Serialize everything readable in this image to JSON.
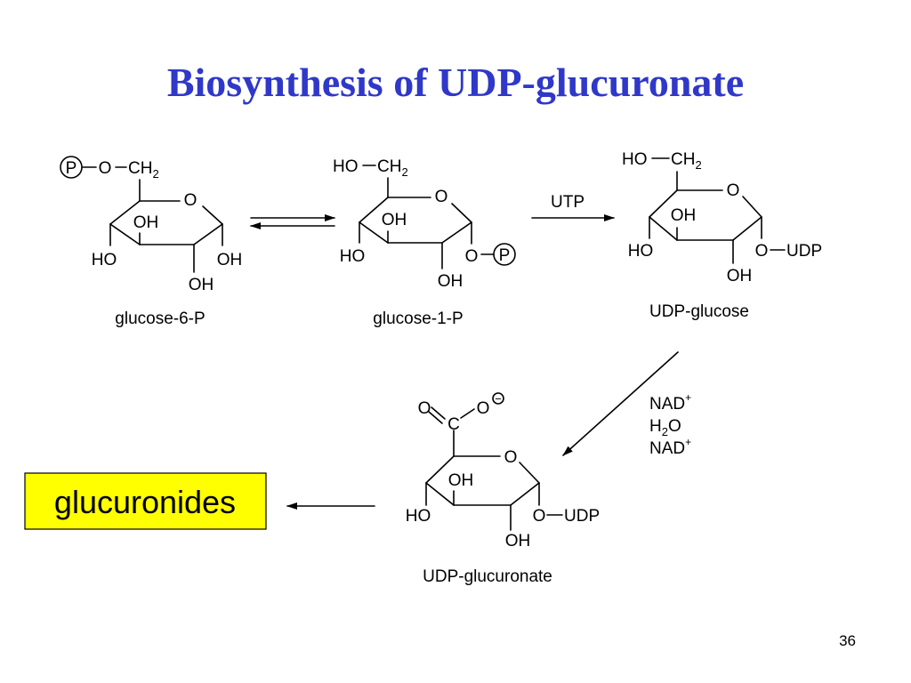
{
  "slide": {
    "title": "Biosynthesis of UDP-glucuronate",
    "page_number": "36"
  },
  "molecules": {
    "g6p": {
      "name": "glucose-6-P",
      "labels": {
        "p": "P",
        "o_link": "O",
        "ch": "CH",
        "two": "2",
        "ring_o": "O",
        "oh_top": "OH",
        "ho_left": "HO",
        "oh_right": "OH",
        "oh_bottom": "OH"
      }
    },
    "g1p": {
      "name": "glucose-1-P",
      "labels": {
        "ho": "HO",
        "ch": "CH",
        "two": "2",
        "ring_o": "O",
        "oh_top": "OH",
        "ho_left": "HO",
        "o_right": "O",
        "p": "P",
        "oh_bottom": "OH"
      }
    },
    "udpg": {
      "name": "UDP-glucose",
      "labels": {
        "ho": "HO",
        "ch": "CH",
        "two": "2",
        "ring_o": "O",
        "oh_top": "OH",
        "ho_left": "HO",
        "o_right": "O",
        "udp": "UDP",
        "oh_bottom": "OH"
      }
    },
    "udpgluc": {
      "name": "UDP-glucuronate",
      "labels": {
        "o_dbl": "O",
        "c": "C",
        "o_minus": "O",
        "minus": "−",
        "ring_o": "O",
        "oh_top": "OH",
        "ho_left": "HO",
        "o_right": "O",
        "udp": "UDP",
        "oh_bottom": "OH"
      }
    }
  },
  "reagents": {
    "utp": "UTP",
    "nad": "NAD",
    "plus": "+",
    "h": "H",
    "two": "2",
    "o": "O"
  },
  "product_box": {
    "label": "glucuronides",
    "fill": "#ffff00"
  },
  "colors": {
    "title": "#2f38c8"
  }
}
